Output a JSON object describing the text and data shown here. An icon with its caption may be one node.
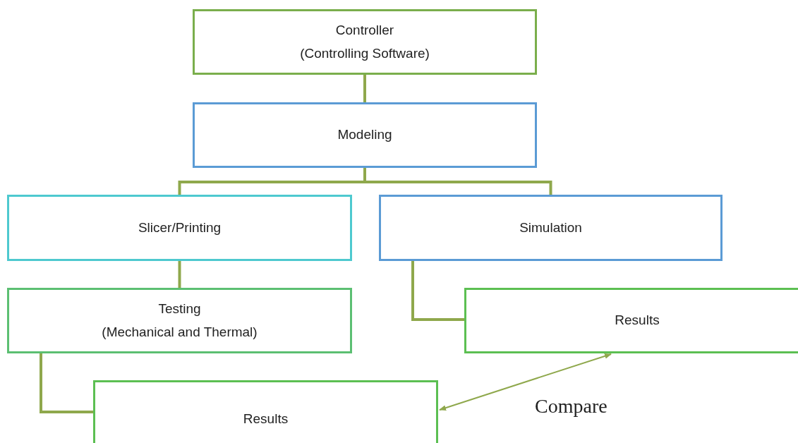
{
  "diagram": {
    "nodes": [
      {
        "text": [
          "Controller",
          "(Controlling Software)"
        ]
      },
      {
        "text": [
          "Modeling"
        ]
      },
      {
        "text": [
          "Slicer/Printing"
        ]
      },
      {
        "text": [
          "Simulation"
        ]
      },
      {
        "text": [
          "Testing",
          "(Mechanical and Thermal)"
        ]
      },
      {
        "text": [
          "Results"
        ]
      },
      {
        "text": [
          "Results"
        ]
      }
    ],
    "edges": [
      {
        "from": 0,
        "to": 1,
        "arrow": "none"
      },
      {
        "from": 1,
        "to": 2,
        "arrow": "none"
      },
      {
        "from": 1,
        "to": 3,
        "arrow": "none"
      },
      {
        "from": 2,
        "to": 4,
        "arrow": "none"
      },
      {
        "from": 3,
        "to": 5,
        "arrow": "none"
      },
      {
        "from": 4,
        "to": 6,
        "arrow": "none"
      },
      {
        "from": 6,
        "to": 5,
        "arrow": "both",
        "label": "Compare"
      }
    ]
  }
}
